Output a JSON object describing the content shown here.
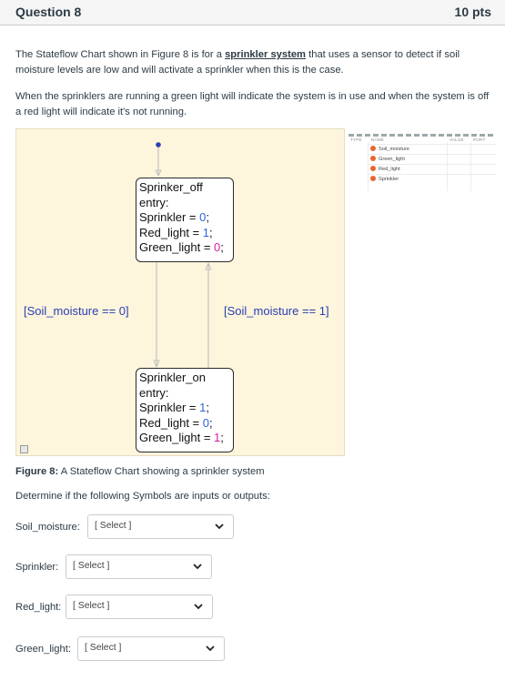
{
  "question": {
    "title": "Question 8",
    "points": "10 pts"
  },
  "body": {
    "p1_before": "The Stateflow Chart shown in Figure 8 is for a ",
    "p1_link": "sprinkler system",
    "p1_after": " that uses a sensor to detect if soil moisture levels are low and will activate a sprinkler when this is the case.",
    "p2": "When the sprinklers are running a green light will indicate the system is in use and when the system is off a red light will indicate it's not running."
  },
  "figure": {
    "state_off": {
      "name": "Sprinker_off",
      "entry": "entry:",
      "l1_var": "Sprinkler = ",
      "l1_val": "0",
      "l1_end": ";",
      "l2_var": "Red_light = ",
      "l2_val": "1",
      "l2_end": ";",
      "l3_var": "Green_light = ",
      "l3_val": "0",
      "l3_end": ";"
    },
    "state_on": {
      "name": "Sprinkler_on",
      "entry": "entry:",
      "l1_var": "Sprinkler = ",
      "l1_val": "1",
      "l1_end": ";",
      "l2_var": "Red_light = ",
      "l2_val": "0",
      "l2_end": ";",
      "l3_var": "Green_light = ",
      "l3_val": "1",
      "l3_end": ";"
    },
    "transition_left": "[Soil_moisture == 0]",
    "transition_right": "[Soil_moisture == 1]",
    "colors": {
      "background": "#fdf5dc",
      "transition_text": "#2a3fb3",
      "value_blue": "#2b64e0",
      "value_pink": "#d21fa4"
    }
  },
  "symbols": {
    "headers": {
      "type": "TYPE",
      "name": "NAME",
      "value": "VALUE",
      "port": "PORT"
    },
    "rows": [
      "Soil_moisture",
      "Green_light",
      "Red_light",
      "Sprinkler"
    ]
  },
  "caption": {
    "label": "Figure 8:",
    "text": " A Stateflow Chart showing a sprinkler system"
  },
  "instruction": "Determine if the following Symbols are inputs or outputs:",
  "dropdowns": [
    {
      "label": "Soil_moisture:",
      "value": "[ Select ]"
    },
    {
      "label": "Sprinkler:",
      "value": "[ Select ]"
    },
    {
      "label": "Red_light:",
      "value": "[ Select ]"
    },
    {
      "label": "Green_light:",
      "value": "[ Select ]"
    }
  ]
}
